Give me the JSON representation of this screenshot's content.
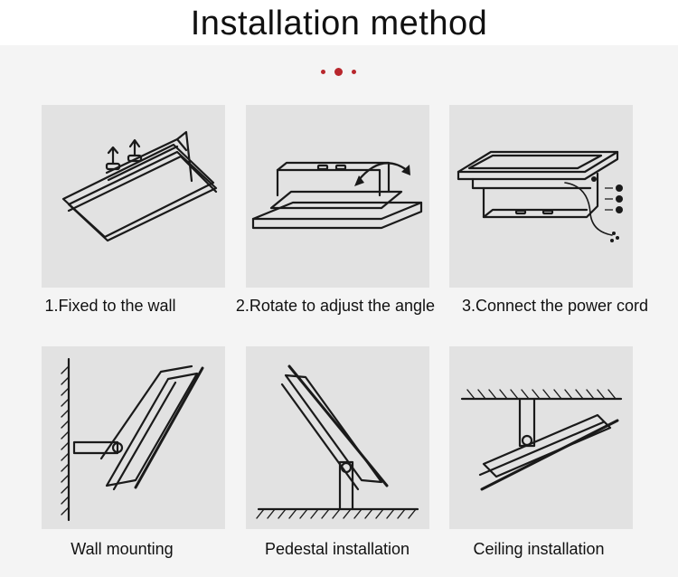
{
  "title": "Installation method",
  "accent_color": "#b8262c",
  "steps": [
    {
      "label": "1.Fixed to the wall"
    },
    {
      "label": "2.Rotate to adjust the angle"
    },
    {
      "label": "3.Connect the power cord"
    }
  ],
  "mounting": [
    {
      "label": "Wall mounting"
    },
    {
      "label": "Pedestal installation"
    },
    {
      "label": "Ceiling installation"
    }
  ]
}
